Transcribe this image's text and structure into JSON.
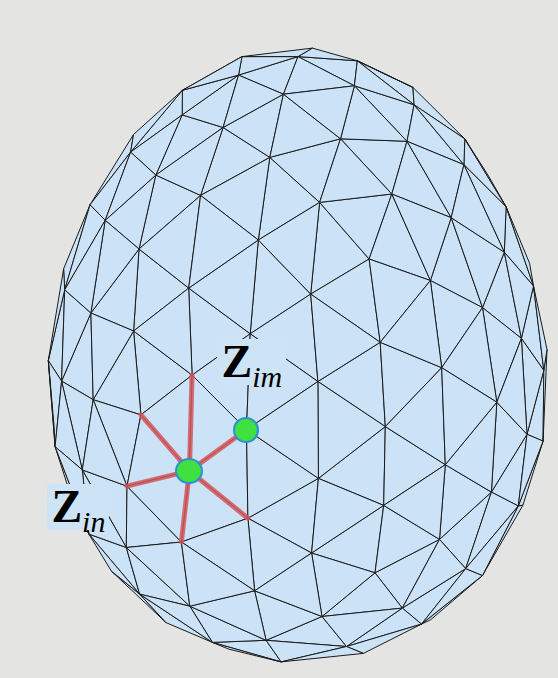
{
  "diagram": {
    "nodes": [
      {
        "text": [
          "Zin"
        ]
      },
      {
        "text": [
          "Zim"
        ]
      }
    ],
    "edges": [
      {
        "from": 0,
        "to": 1,
        "arrow": "none"
      }
    ]
  }
}
